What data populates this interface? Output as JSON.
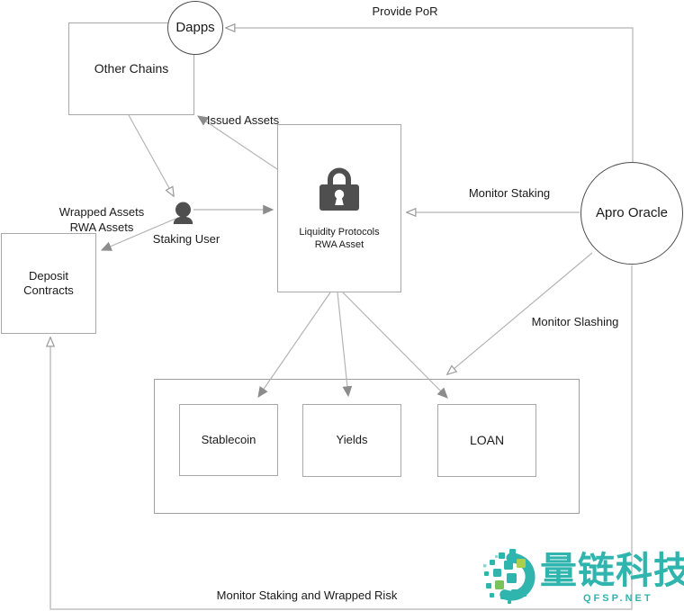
{
  "diagram": {
    "nodes": {
      "dapps": "Dapps",
      "other_chains": "Other Chains",
      "liquidity_line1": "Liquidity Protocols",
      "liquidity_line2": "RWA Asset",
      "deposit_line1": "Deposit",
      "deposit_line2": "Contracts",
      "apro_oracle": "Apro Oracle",
      "staking_user": "Staking User",
      "stablecoin": "Stablecoin",
      "yields": "Yields",
      "loan": "LOAN"
    },
    "edges": {
      "provide_por": "Provide PoR",
      "issued_assets": "Issued Assets",
      "wrapped_line1": "Wrapped Assets",
      "wrapped_line2": "RWA Assets",
      "monitor_staking": "Monitor Staking",
      "monitor_slashing": "Monitor Slashing",
      "monitor_wrapped": "Monitor Staking and Wrapped Risk"
    },
    "colors": {
      "line": "#b4b4b4",
      "box_border": "#a8a8a8",
      "circle_border": "#4d4d4d",
      "icon": "#4f4f4f",
      "text": "#1a1a1a"
    }
  },
  "watermark": {
    "brand": "量链科技",
    "url": "QFSP.NET",
    "teal": "#2fb5ae",
    "green": "#7cc25b",
    "lime": "#abce4d"
  }
}
